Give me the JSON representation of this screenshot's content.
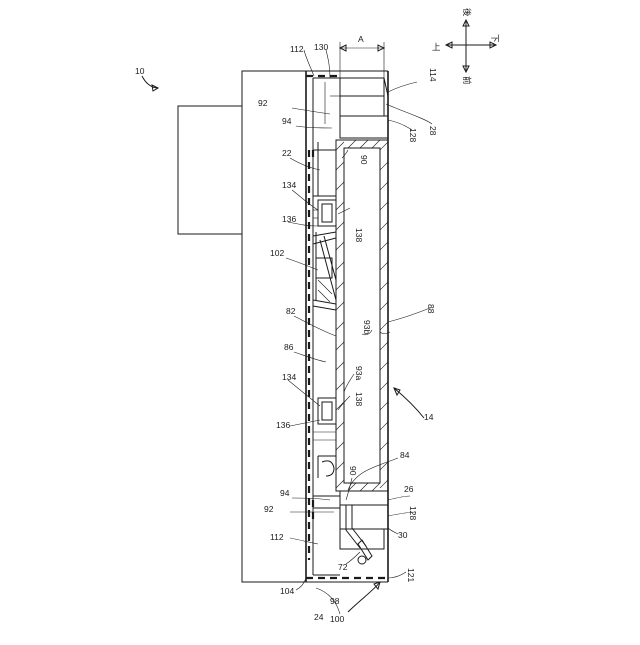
{
  "figure": {
    "labels": {
      "n10": "10",
      "n14": "14",
      "n22": "22",
      "n24": "24",
      "n26": "26",
      "n28": "28",
      "n30": "30",
      "n72": "72",
      "n82": "82",
      "n84": "84",
      "n86": "86",
      "n88": "88",
      "n90_top": "90",
      "n90_bottom": "90",
      "n92_top": "92",
      "n92_bottom": "92",
      "n94_top": "94",
      "n94_bottom": "94",
      "n93a": "93a",
      "n93b": "93b",
      "n98": "98",
      "n100": "100",
      "n102": "102",
      "n104": "104",
      "n112_top": "112",
      "n112_bottom": "112",
      "n114": "114",
      "n121": "121",
      "n128_top": "128",
      "n128_bottom": "128",
      "n130": "130",
      "n134_top": "134",
      "n134_bottom": "134",
      "n136_top": "136",
      "n136_bottom": "136",
      "n138_top": "138",
      "n138_bottom": "138",
      "dimA": "A"
    },
    "compass": {
      "up": "上",
      "down": "下",
      "front": "前",
      "back": "後"
    }
  }
}
